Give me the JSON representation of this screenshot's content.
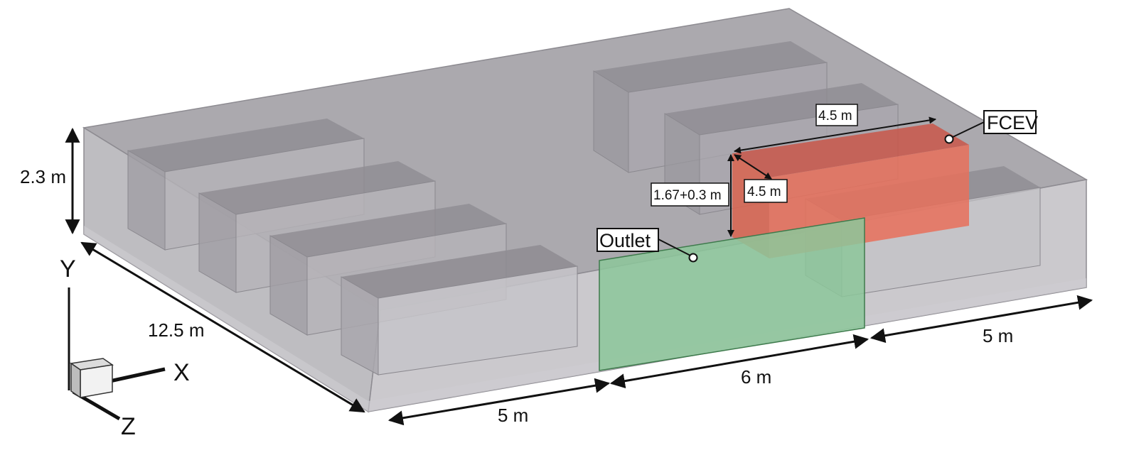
{
  "dimensions": {
    "height": "2.3 m",
    "depth": "12.5 m",
    "front_left": "5 m",
    "outlet_width": "6 m",
    "right_width": "5 m",
    "fcev_length": "4.5 m",
    "fcev_width": "4.5 m",
    "fcev_height": "1.67+0.3 m"
  },
  "callouts": {
    "fcev": "FCEV",
    "outlet": "Outlet"
  },
  "axes": {
    "x": "X",
    "y": "Y",
    "z": "Z"
  },
  "colors": {
    "room": "#a7a5aa",
    "vehicle": "#a6a4aa",
    "fcev": "#e8705a",
    "outlet": "#8cc79a"
  }
}
